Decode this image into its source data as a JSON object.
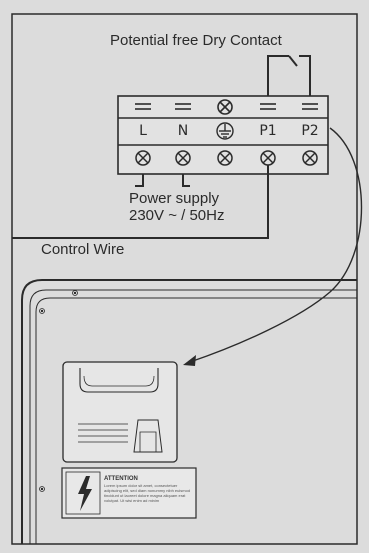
{
  "diagram": {
    "title": "Potential free Dry Contact",
    "power_supply": {
      "line1": "Power supply",
      "line2": "230V ~ / 50Hz"
    },
    "control_wire": "Control Wire",
    "terminals": [
      {
        "label": "L",
        "top_symbol": "=",
        "screw": "⊗"
      },
      {
        "label": "N",
        "top_symbol": "=",
        "screw": "⊗"
      },
      {
        "label": "⏚",
        "top_symbol": "⊗",
        "screw": "⊗"
      },
      {
        "label": "P1",
        "top_symbol": "=",
        "screw": "⊗"
      },
      {
        "label": "P2",
        "top_symbol": "=",
        "screw": "⊗"
      }
    ],
    "attention_label": {
      "title": "ATTENTION",
      "body": "Lorem ipsum dolor sit amet, consectetuer adipiscing elit, sed diam nonummy nibh euismod tincidunt ut laoreet dolore magna aliquam erat volutpat. Ut wisi enim ad minim"
    },
    "colors": {
      "background": "#dcdcdc",
      "line": "#2b2b2b",
      "panel": "#e4e4e4"
    }
  }
}
